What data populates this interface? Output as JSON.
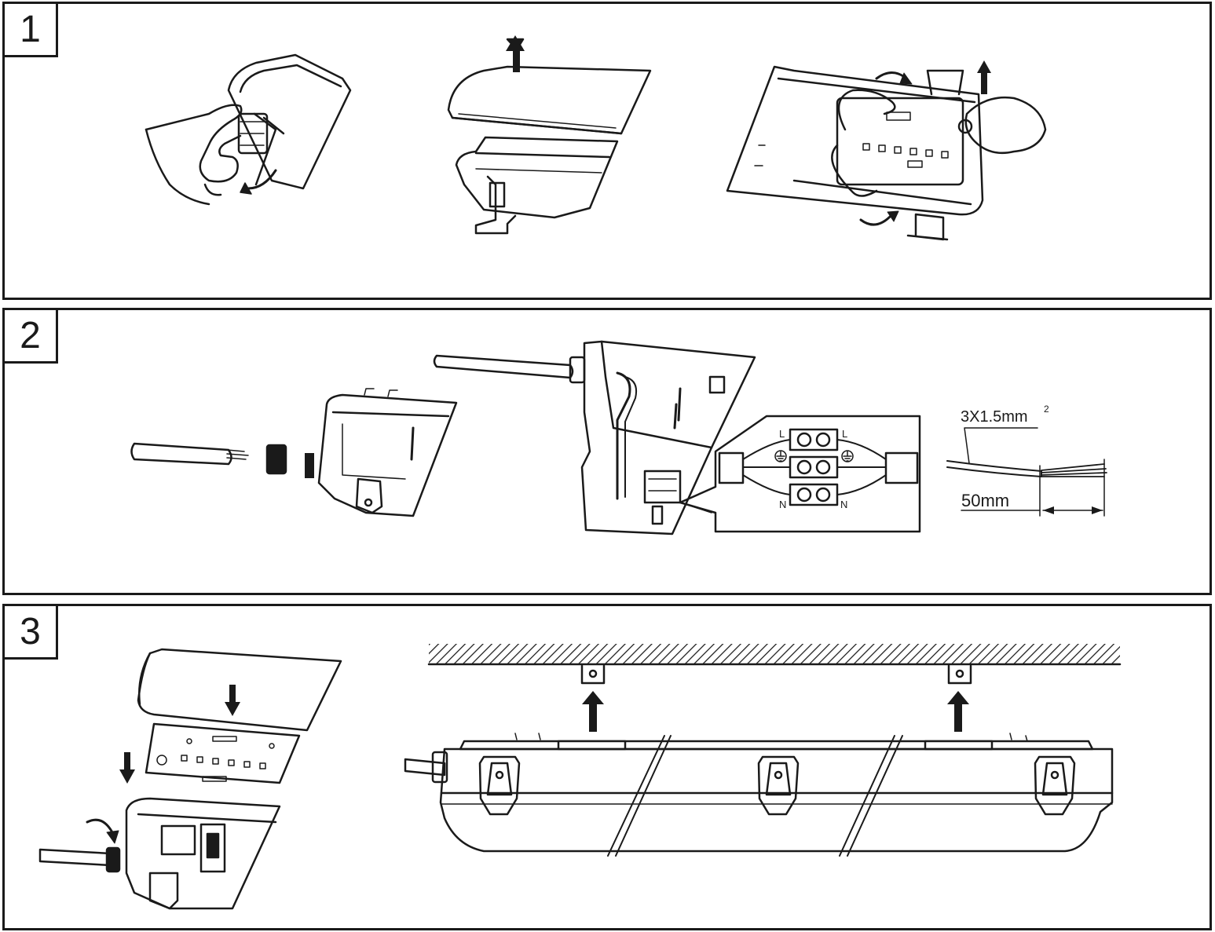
{
  "steps": [
    {
      "number": "1"
    },
    {
      "number": "2"
    },
    {
      "number": "3"
    }
  ],
  "wiring": {
    "cable_spec": "3X1.5mm",
    "cable_spec_sup": "2",
    "strip_length": "50mm",
    "terminal_labels": {
      "live_left": "L",
      "live_right": "L",
      "neutral_left": "N",
      "neutral_right": "N"
    }
  },
  "icons": [
    "hand-icon",
    "arrow-up-icon",
    "arrow-down-icon",
    "curved-arrow-icon",
    "earth-symbol-icon",
    "ceiling-hatch-icon"
  ],
  "colors": {
    "line": "#1a1a1a",
    "background": "#ffffff",
    "fill_dark": "#1a1a1a",
    "fill_light": "#f2f2f2"
  }
}
